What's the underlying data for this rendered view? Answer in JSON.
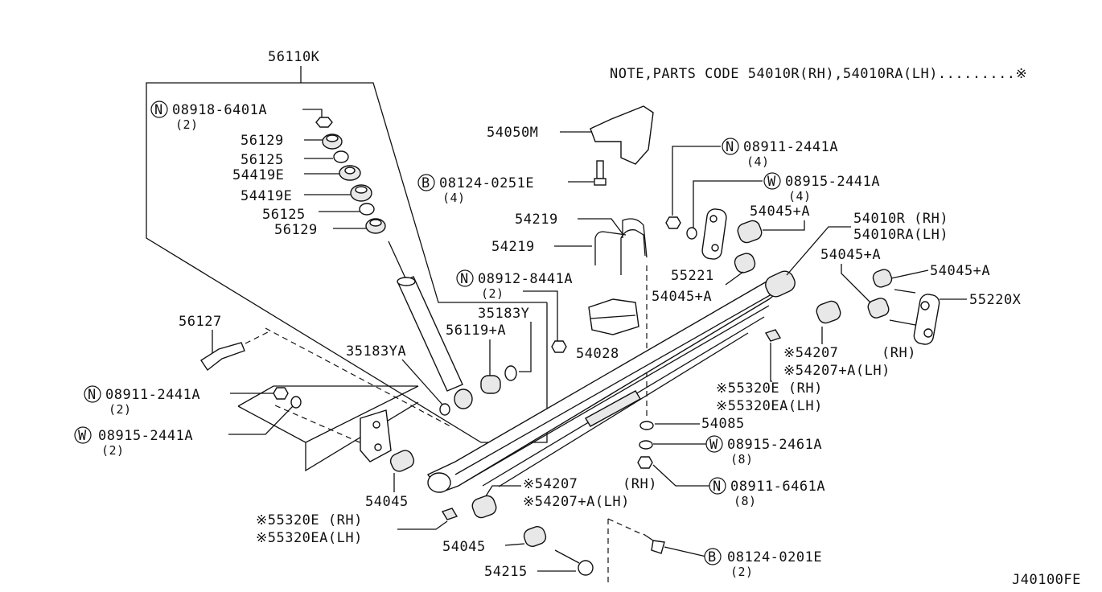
{
  "note": "NOTE,PARTS CODE 54010R(RH),54010RA(LH).........※",
  "diagram_code": "J40100FE",
  "callouts": {
    "c56110K": "56110K",
    "c08918_6401A": "08918-6401A",
    "q08918_6401A": "(2)",
    "c56129a": "56129",
    "c56125a": "56125",
    "c54419Ea": "54419E",
    "c54419Eb": "54419E",
    "c56125b": "56125",
    "c56129b": "56129",
    "c54050M": "54050M",
    "c08124_0251E": "08124-0251E",
    "q08124_0251E": "(4)",
    "c08911_2441A_top": "08911-2441A",
    "q08911_2441A_top": "(4)",
    "c08915_2441A_top": "08915-2441A",
    "q08915_2441A_top": "(4)",
    "c54045A_1": "54045+A",
    "c54010R": "54010R (RH)",
    "c54010RA": "54010RA(LH)",
    "c54045A_2": "54045+A",
    "c54045A_3": "54045+A",
    "c55220X": "55220X",
    "c54219a": "54219",
    "c54219b": "54219",
    "c55221": "55221",
    "c54045A_4": "54045+A",
    "c08912_8441A": "08912-8441A",
    "q08912_8441A": "(2)",
    "c35183Y": "35183Y",
    "c56119A": "56119+A",
    "c35183YA": "35183YA",
    "c54028": "54028",
    "c56127": "56127",
    "c08911_2441A_left": "08911-2441A",
    "q08911_2441A_left": "(2)",
    "c08915_2441A_left": "08915-2441A",
    "q08915_2441A_left": "(2)",
    "c54207_rh_r": "※54207",
    "c54207A_r": "※54207+A(LH)",
    "c55320E_r": "※55320E (RH)",
    "c55320EA_r": "※55320EA(LH)",
    "rh_label_right": "(RH)",
    "c54085": "54085",
    "c08915_2461A": "08915-2461A",
    "q08915_2461A": "(8)",
    "c08911_6461A": "08911-6461A",
    "q08911_6461A": "(8)",
    "rh_label_mid": "(RH)",
    "c54207_l": "※54207",
    "c54207A_l": "※54207+A(LH)",
    "c54045_a": "54045",
    "c55320E_l": "※55320E (RH)",
    "c55320EA_l": "※55320EA(LH)",
    "c54045_b": "54045",
    "c54215": "54215",
    "c08124_0201E": "08124-0201E",
    "q08124_0201E": "(2)"
  },
  "markers": {
    "N": "N",
    "W": "W",
    "B": "B"
  }
}
